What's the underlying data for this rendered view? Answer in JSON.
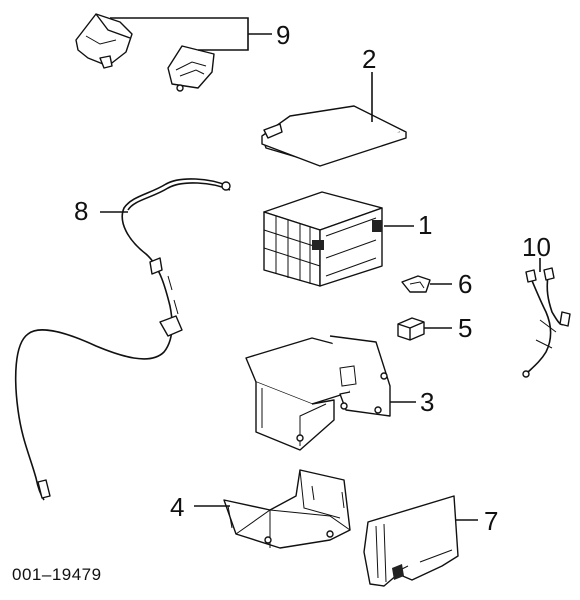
{
  "figure_code": "001–19479",
  "callouts": {
    "c1": "1",
    "c2": "2",
    "c3": "3",
    "c4": "4",
    "c5": "5",
    "c6": "6",
    "c7": "7",
    "c8": "8",
    "c9": "9",
    "c10": "10"
  }
}
